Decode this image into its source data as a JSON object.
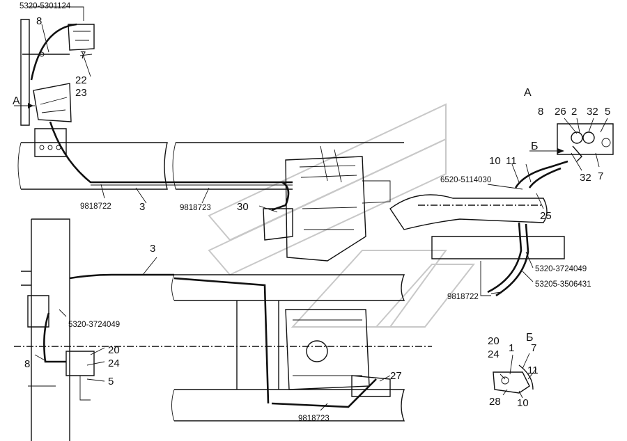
{
  "labels": {
    "topleft_part": "5320-5301124",
    "n8_a": "8",
    "n7_a": "7",
    "n22": "22",
    "n23": "23",
    "view_a_arrow": "А",
    "n9818722_a": "9818722",
    "n3_a": "3",
    "n9818723_a": "9818723",
    "n30": "30",
    "view_a_title": "А",
    "a_8": "8",
    "a_26": "26",
    "a_2": "2",
    "a_32a": "32",
    "a_5": "5",
    "view_b_arrow": "Б",
    "a_32b": "32",
    "a_7": "7",
    "n10": "10",
    "n11": "11",
    "p6520": "6520-5114030",
    "n25": "25",
    "n3_b": "3",
    "p5320_3724049_a": "5320-3724049",
    "p5320_3724049_b": "5320-3724049",
    "p53205": "53205-3506431",
    "n9818722_b": "9818722",
    "n8_b": "8",
    "n20": "20",
    "n24": "24",
    "n5": "5",
    "n27": "27",
    "n9818723_b": "9818723",
    "b_20": "20",
    "b_24": "24",
    "b_1": "1",
    "view_b_title": "Б",
    "b_7": "7",
    "b_11": "11",
    "b_28": "28",
    "b_10": "10"
  }
}
